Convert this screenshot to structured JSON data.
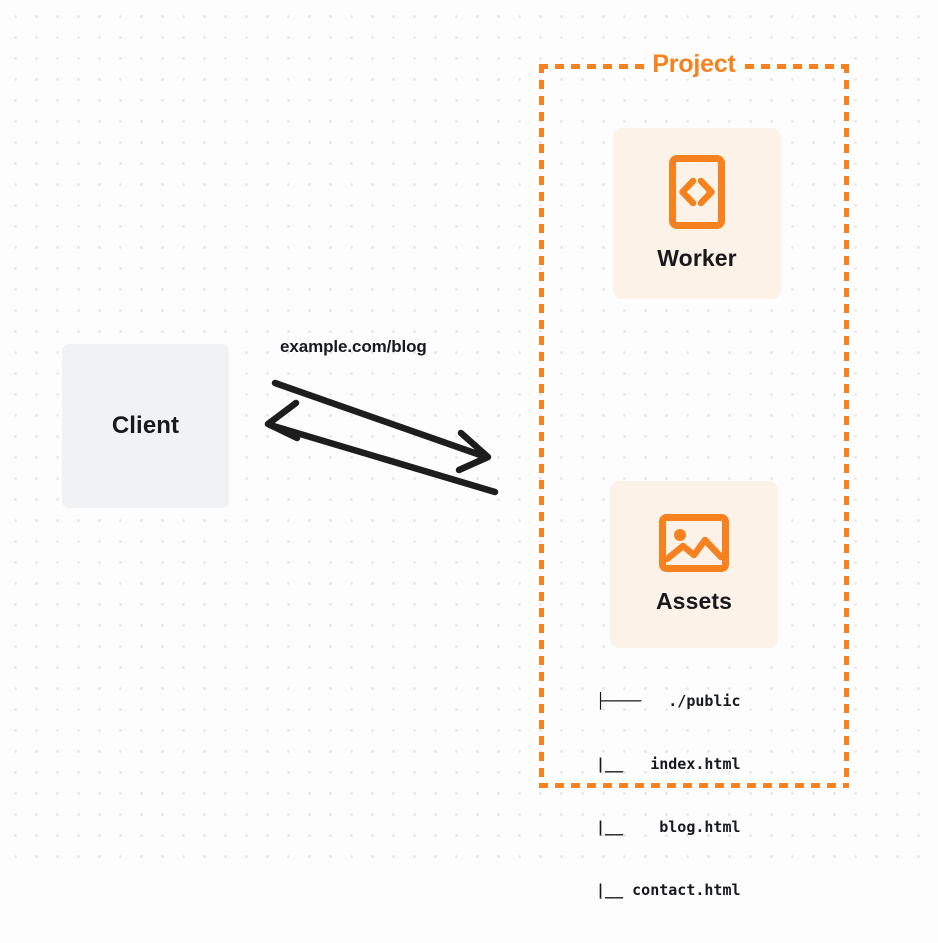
{
  "diagram": {
    "type": "architecture-flow",
    "background": "#fdfdfd",
    "dot_grid_color": "#e9e9ec",
    "accent_color": "#f6821f",
    "card_fill": "#fdf2e8",
    "client_fill": "#f1f2f4",
    "text_color": "#17191c"
  },
  "client": {
    "label": "Client",
    "icon": "none"
  },
  "flow": {
    "route_label": "example.com/blog",
    "arrows": [
      {
        "name": "request-arrow",
        "direction": "right",
        "from": "client",
        "to": "project"
      },
      {
        "name": "response-arrow",
        "direction": "left",
        "from": "project",
        "to": "client"
      }
    ]
  },
  "project": {
    "title": "Project",
    "border_style": "dashed",
    "services": [
      {
        "id": "worker",
        "label": "Worker",
        "icon": "code-brackets-icon"
      },
      {
        "id": "assets",
        "label": "Assets",
        "icon": "image-icon"
      }
    ]
  },
  "file_tree": {
    "rows": [
      {
        "branch": "├────",
        "name": "./public"
      },
      {
        "branch": "|__",
        "name": "index.html"
      },
      {
        "branch": "|__",
        "name": "blog.html"
      },
      {
        "branch": "|__",
        "name": "contact.html"
      }
    ],
    "lines": [
      "├────   ./public",
      " |__   index.html",
      " |__    blog.html",
      " |__ contact.html"
    ]
  }
}
